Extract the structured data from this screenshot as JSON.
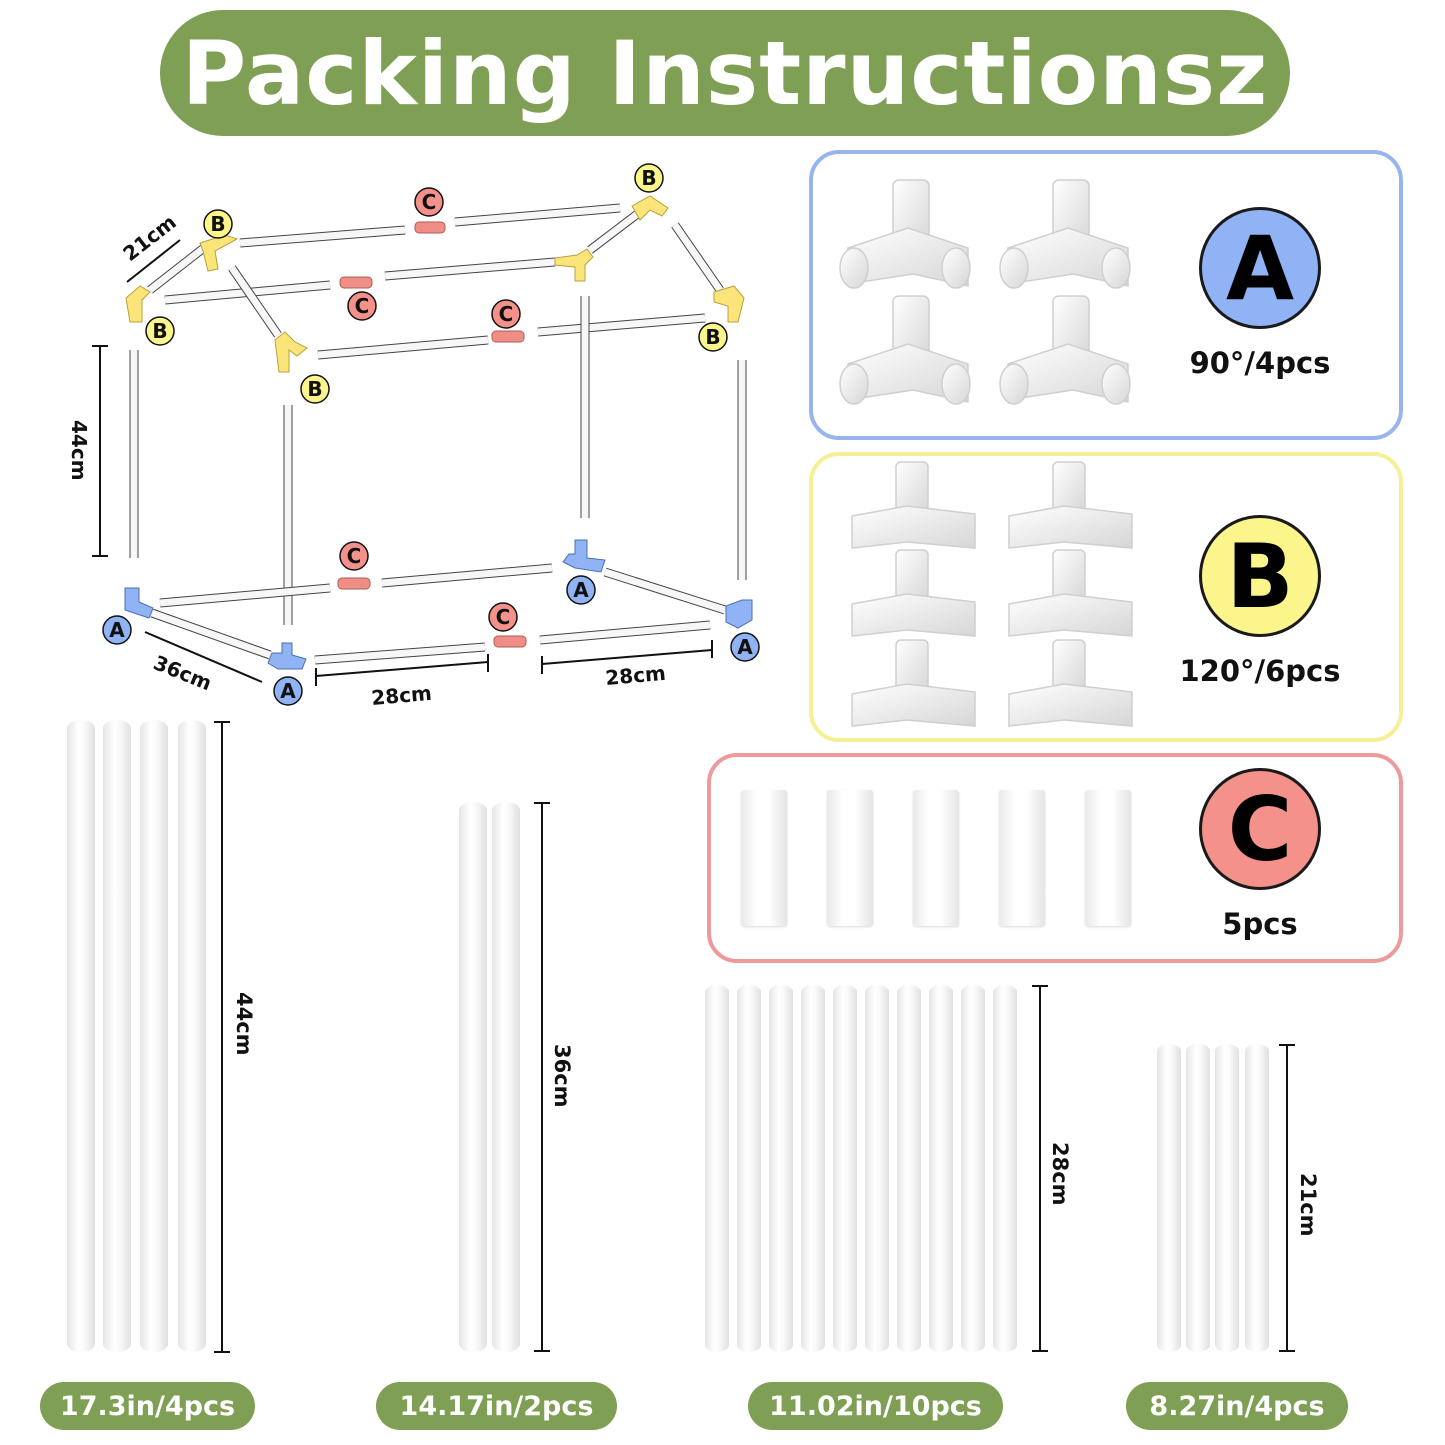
{
  "title": "Packing Instructionsz",
  "diagram": {
    "dimensions": {
      "height": "44cm",
      "depth": "36cm",
      "width_front": "28cm",
      "width_back": "28cm",
      "roof": "21cm"
    },
    "labels": {
      "a": "A",
      "b": "B",
      "c": "C"
    }
  },
  "fittings": [
    {
      "letter": "A",
      "quantity": "90°/4pcs",
      "color": "#8fb3f5"
    },
    {
      "letter": "B",
      "quantity": "120°/6pcs",
      "color": "#fbf58c"
    },
    {
      "letter": "C",
      "quantity": "5pcs",
      "color": "#f4918b"
    }
  ],
  "rods": [
    {
      "length_label": "44cm",
      "spec": "17.3in/4pcs"
    },
    {
      "length_label": "36cm",
      "spec": "14.17in/2pcs"
    },
    {
      "length_label": "28cm",
      "spec": "11.02in/10pcs"
    },
    {
      "length_label": "21cm",
      "spec": "8.27in/4pcs"
    }
  ],
  "colors": {
    "green": "#7f9f55",
    "blue": "#8fb3f5",
    "yellow": "#fbf58c",
    "red": "#f4918b"
  }
}
